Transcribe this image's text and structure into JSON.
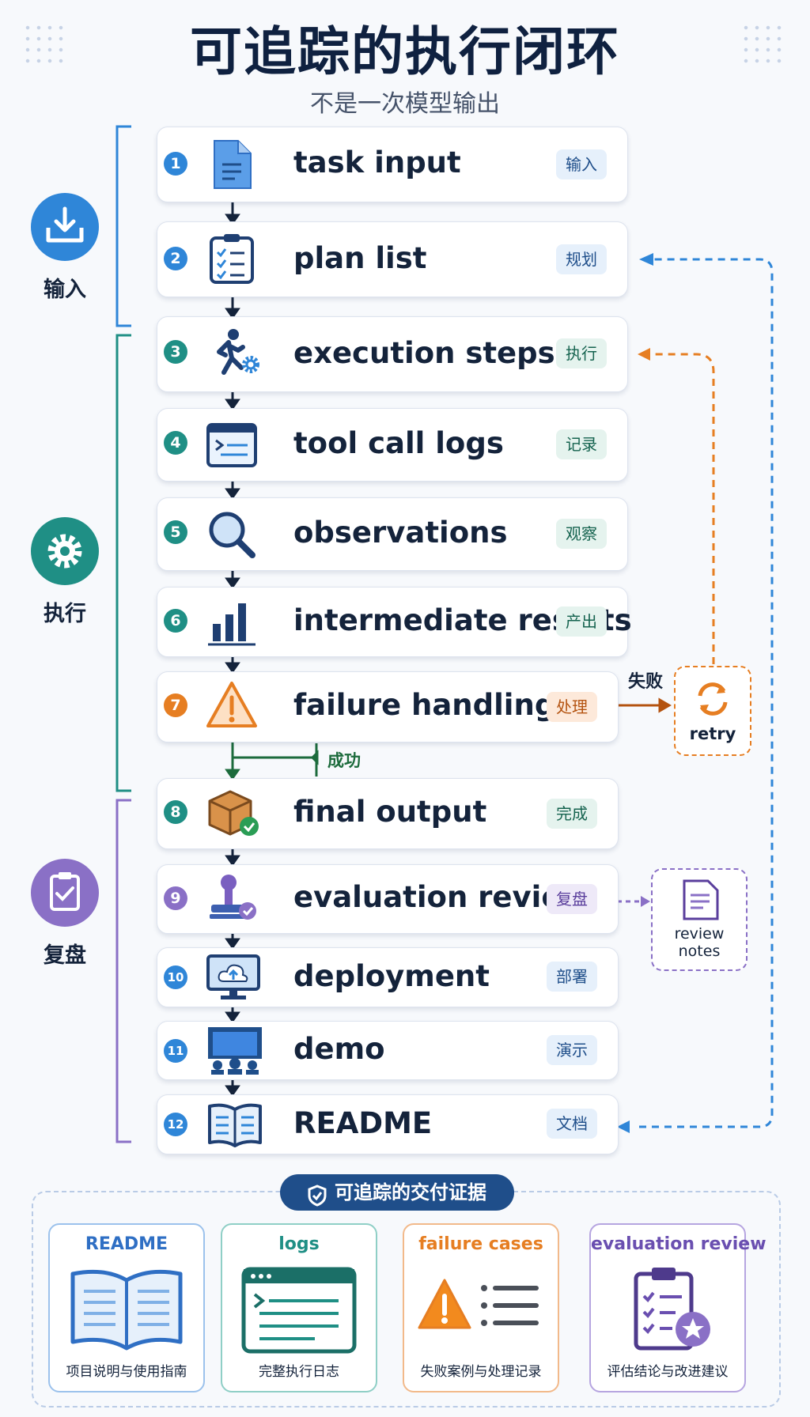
{
  "title": "可追踪的执行闭环",
  "subtitle": "不是一次模型输出",
  "phases": [
    {
      "label": "输入",
      "icon": "download-icon",
      "color": "#2f86d8"
    },
    {
      "label": "执行",
      "icon": "gear-icon",
      "color": "#1f8f85"
    },
    {
      "label": "复盘",
      "icon": "clipboard-check-icon",
      "color": "#8a70c6"
    }
  ],
  "steps": [
    {
      "num": "1",
      "label": "task input",
      "tag": "输入",
      "icon": "document-icon"
    },
    {
      "num": "2",
      "label": "plan list",
      "tag": "规划",
      "icon": "checklist-icon"
    },
    {
      "num": "3",
      "label": "execution steps",
      "tag": "执行",
      "icon": "runner-gear-icon"
    },
    {
      "num": "4",
      "label": "tool call logs",
      "tag": "记录",
      "icon": "terminal-icon"
    },
    {
      "num": "5",
      "label": "observations",
      "tag": "观察",
      "icon": "magnifier-icon"
    },
    {
      "num": "6",
      "label": "intermediate results",
      "tag": "产出",
      "icon": "bar-chart-icon"
    },
    {
      "num": "7",
      "label": "failure handling",
      "tag": "处理",
      "icon": "warning-icon"
    },
    {
      "num": "8",
      "label": "final output",
      "tag": "完成",
      "icon": "package-check-icon"
    },
    {
      "num": "9",
      "label": "evaluation review",
      "tag": "复盘",
      "icon": "stamp-icon"
    },
    {
      "num": "10",
      "label": "deployment",
      "tag": "部署",
      "icon": "cloud-monitor-icon"
    },
    {
      "num": "11",
      "label": "demo",
      "tag": "演示",
      "icon": "presentation-icon"
    },
    {
      "num": "12",
      "label": "README",
      "tag": "文档",
      "icon": "book-icon"
    }
  ],
  "flow": {
    "fail_label": "失败",
    "success_label": "成功",
    "retry_label": "retry",
    "review_notes_label": "review notes"
  },
  "evidence": {
    "heading": "可追踪的交付证据",
    "cards": [
      {
        "title": "README",
        "caption": "项目说明与使用指南",
        "color": "#2f6fc4",
        "icon": "open-book-icon"
      },
      {
        "title": "logs",
        "caption": "完整执行日志",
        "color": "#1f8f85",
        "icon": "terminal-window-icon"
      },
      {
        "title": "failure cases",
        "caption": "失败案例与处理记录",
        "color": "#e67e22",
        "icon": "warning-list-icon"
      },
      {
        "title": "evaluation review",
        "caption": "评估结论与改进建议",
        "color": "#6a4fb0",
        "icon": "clipboard-star-icon"
      }
    ]
  }
}
